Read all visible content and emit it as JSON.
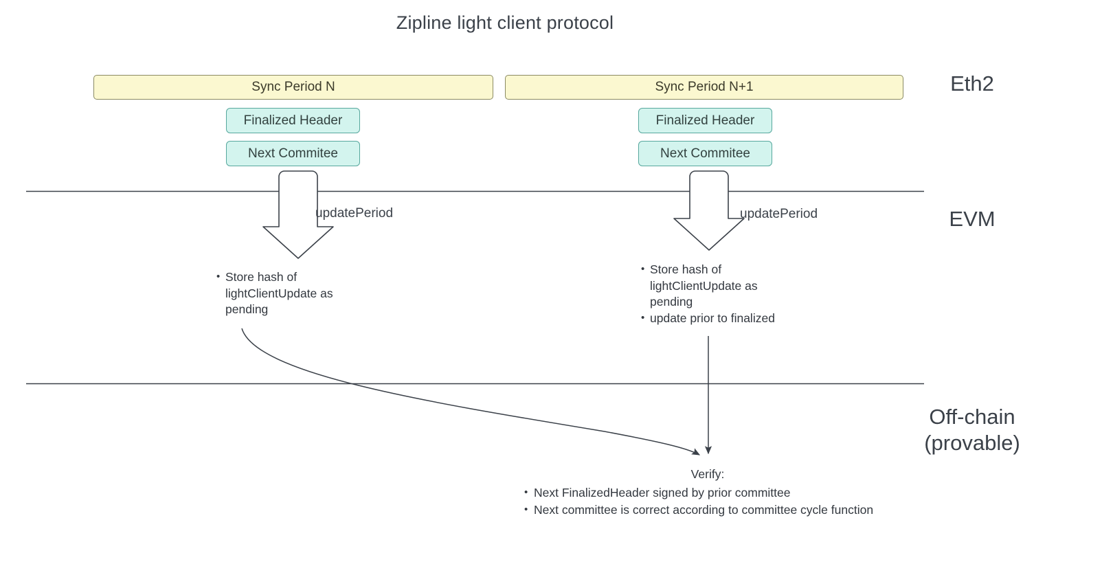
{
  "diagram": {
    "title": "Zipline light client protocol",
    "background": "#ffffff",
    "colors": {
      "period_fill": "#fbf8d0",
      "period_stroke": "#8a8a62",
      "sub_fill": "#d3f4ee",
      "sub_stroke": "#56a79d",
      "line": "#3b4149",
      "text": "#33383f"
    },
    "lanes": [
      {
        "id": "eth2",
        "label": "Eth2"
      },
      {
        "id": "evm",
        "label": "EVM"
      },
      {
        "id": "offchain",
        "label": "Off-chain\n(provable)",
        "line1": "Off-chain",
        "line2": "(provable)"
      }
    ],
    "periods": [
      {
        "id": "n",
        "label": "Sync Period N",
        "children": [
          {
            "id": "finalized-header",
            "label": "Finalized Header"
          },
          {
            "id": "next-committee",
            "label": "Next Commitee"
          }
        ]
      },
      {
        "id": "n1",
        "label": "Sync Period N+1",
        "children": [
          {
            "id": "finalized-header",
            "label": "Finalized Header"
          },
          {
            "id": "next-committee",
            "label": "Next Commitee"
          }
        ]
      }
    ],
    "edges": [
      {
        "id": "update-period-left",
        "label": "updatePeriod"
      },
      {
        "id": "update-period-right",
        "label": "updatePeriod"
      }
    ],
    "evm_notes_left": [
      "Store hash of lightClientUpdate as pending"
    ],
    "evm_notes_right": [
      "Store hash of lightClientUpdate as pending",
      "update prior to finalized"
    ],
    "verify": {
      "title": "Verify:",
      "items": [
        "Next FinalizedHeader signed by prior committee",
        "Next committee is correct according to committee cycle function"
      ]
    }
  }
}
